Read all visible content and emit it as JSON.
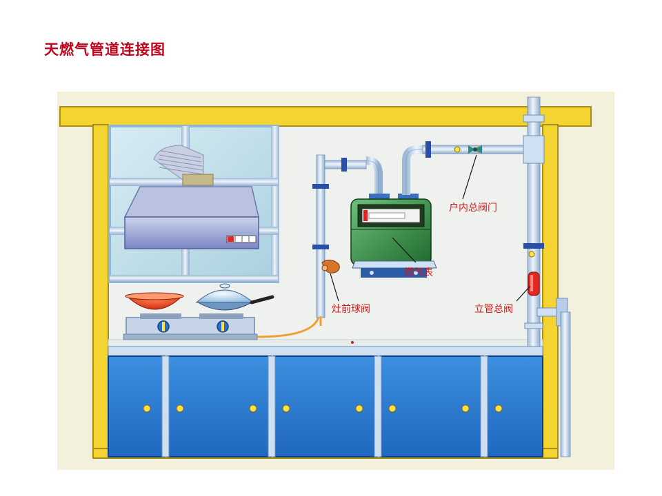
{
  "title": "天燃气管道连接图",
  "labels": {
    "valve_main": "户内总阀门",
    "gas_meter": "燃气表",
    "stove_valve": "灶前球阀",
    "riser_valve": "立管总阀"
  },
  "colors": {
    "title": "#c0061f",
    "label": "#d01a1a",
    "frame_yellow": "#f4d431",
    "wall": "#eef1ee",
    "pipe": "#cfe0f3",
    "cabinet": "#2f7fd2",
    "meter_green": "#2e8a3e",
    "pot_red": "#e5371f"
  }
}
